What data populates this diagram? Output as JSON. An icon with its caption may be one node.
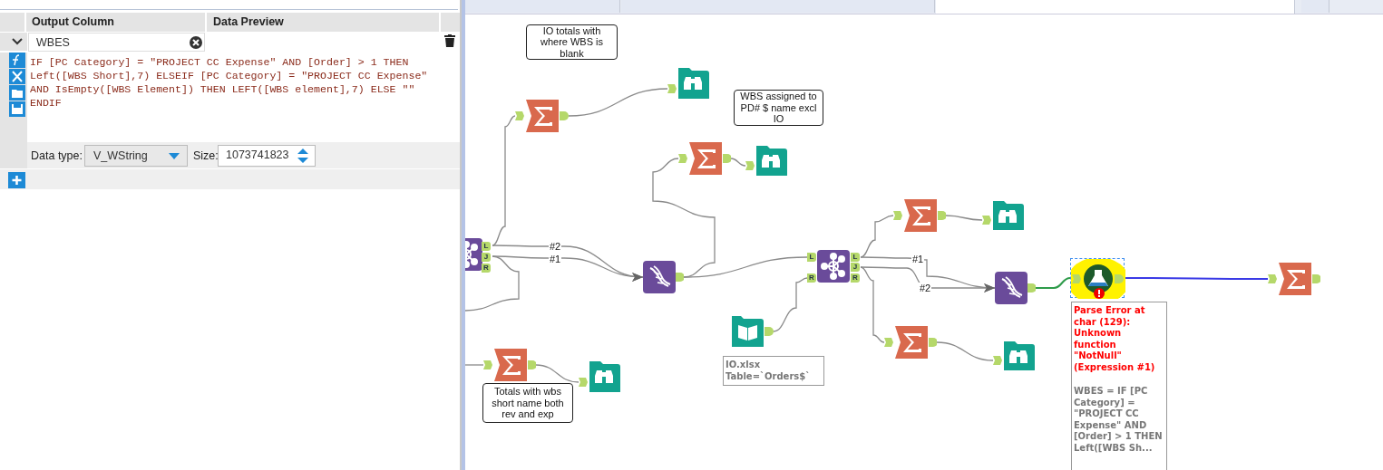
{
  "diagram": {
    "nodes": [
      {
        "text": [
          "IO totals with where WBS is blank"
        ]
      },
      {
        "text": [],
        "shape": "picture"
      },
      {
        "text": [],
        "shape": "picture"
      },
      {
        "text": [],
        "shape": "picture"
      },
      {
        "text": [
          "WBS assigned to PD# $ name excl IO"
        ]
      },
      {
        "text": [],
        "shape": "picture"
      },
      {
        "text": [],
        "shape": "picture"
      },
      {
        "text": [],
        "shape": "picture"
      },
      {
        "text": [],
        "shape": "picture"
      },
      {
        "text": [],
        "shape": "picture"
      },
      {
        "text": [],
        "shape": "picture"
      },
      {
        "text": [],
        "shape": "picture",
        "beside": [
          "IO.xlsx Table=`Orders$`"
        ]
      },
      {
        "text": [],
        "shape": "picture"
      },
      {
        "text": [],
        "shape": "picture",
        "beside": [
          "Parse Error at char (129): Unknown function \"NotNull\" (Expression #1)",
          "WBES = IF [PC Category] = \"PROJECT CC Expense\" AND [Order] > 1 THEN Left([WBS Sh..."
        ]
      },
      {
        "text": [],
        "shape": "picture"
      },
      {
        "text": [],
        "shape": "picture"
      },
      {
        "text": [],
        "shape": "picture"
      },
      {
        "text": [],
        "shape": "picture"
      },
      {
        "text": [],
        "shape": "picture"
      },
      {
        "text": [
          "Totals with wbs short name both rev and exp"
        ]
      }
    ],
    "edges": [
      {
        "from": 1,
        "to": 2,
        "arrow": "none"
      },
      {
        "from": 2,
        "to": 3,
        "arrow": "none"
      },
      {
        "from": 1,
        "to": 7,
        "arrow": "to",
        "label": "#2"
      },
      {
        "from": 1,
        "to": 7,
        "arrow": "to",
        "label": "#1"
      },
      {
        "from": 1,
        "to": null,
        "arrow": "none"
      },
      {
        "from": null,
        "to": 17,
        "arrow": "none"
      },
      {
        "from": 17,
        "to": 18,
        "arrow": "none"
      },
      {
        "from": 7,
        "to": 8,
        "arrow": "none"
      },
      {
        "from": 7,
        "to": 5,
        "arrow": "none"
      },
      {
        "from": 5,
        "to": 6,
        "arrow": "none"
      },
      {
        "from": 11,
        "to": 8,
        "arrow": "none"
      },
      {
        "from": 8,
        "to": 9,
        "arrow": "none"
      },
      {
        "from": 9,
        "to": 10,
        "arrow": "none"
      },
      {
        "from": 8,
        "to": 12,
        "arrow": "to",
        "label": "#1"
      },
      {
        "from": 8,
        "to": 12,
        "arrow": "to",
        "label": "#2"
      },
      {
        "from": 8,
        "to": 15,
        "arrow": "none"
      },
      {
        "from": 15,
        "to": 16,
        "arrow": "none"
      },
      {
        "from": 12,
        "to": 13,
        "arrow": "none",
        "color": "#2e9b4a"
      },
      {
        "from": 13,
        "to": 14,
        "arrow": "none",
        "color": "#3a3ae6"
      }
    ],
    "labels": [
      "Output Column",
      "Data Preview",
      "WBES",
      "IF [PC Category] = \"PROJECT CC Expense\" AND [Order] > 1 THEN Left([WBS Short],7) ELSEIF [PC Category] = \"PROJECT CC Expense\" AND IsEmpty([WBS Element]) THEN LEFT([WBS element],7) ELSE \"\" ENDIF",
      "Data type:",
      "V_WString",
      "Size:",
      "1073741823",
      "L",
      "J",
      "R",
      "L",
      "R",
      "L",
      "J",
      "R"
    ]
  }
}
